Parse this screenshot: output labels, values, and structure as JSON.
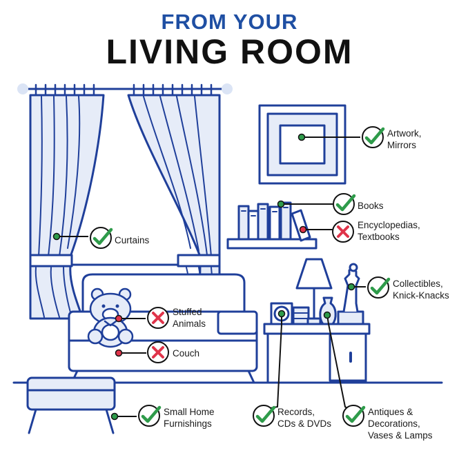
{
  "title": {
    "top": "FROM YOUR",
    "main": "LIVING ROOM"
  },
  "colors": {
    "outline": "#1f3f9a",
    "fill_light": "#e6ecf8",
    "accept": "#2e9b4a",
    "reject": "#e0344a",
    "title_blue": "#1f4fa3",
    "title_dark": "#111111"
  },
  "items": [
    {
      "label": "Artwork,\nMirrors",
      "status": "accepted"
    },
    {
      "label": "Books",
      "status": "accepted"
    },
    {
      "label": "Encyclopedias,\nTextbooks",
      "status": "rejected"
    },
    {
      "label": "Curtains",
      "status": "accepted"
    },
    {
      "label": "Collectibles,\nKnick-Knacks",
      "status": "accepted"
    },
    {
      "label": "Stuffed\nAnimals",
      "status": "rejected"
    },
    {
      "label": "Couch",
      "status": "rejected"
    },
    {
      "label": "Small Home\nFurnishings",
      "status": "accepted"
    },
    {
      "label": "Records,\nCDs & DVDs",
      "status": "accepted"
    },
    {
      "label": "Antiques &\nDecorations,\nVases & Lamps",
      "status": "accepted"
    }
  ]
}
